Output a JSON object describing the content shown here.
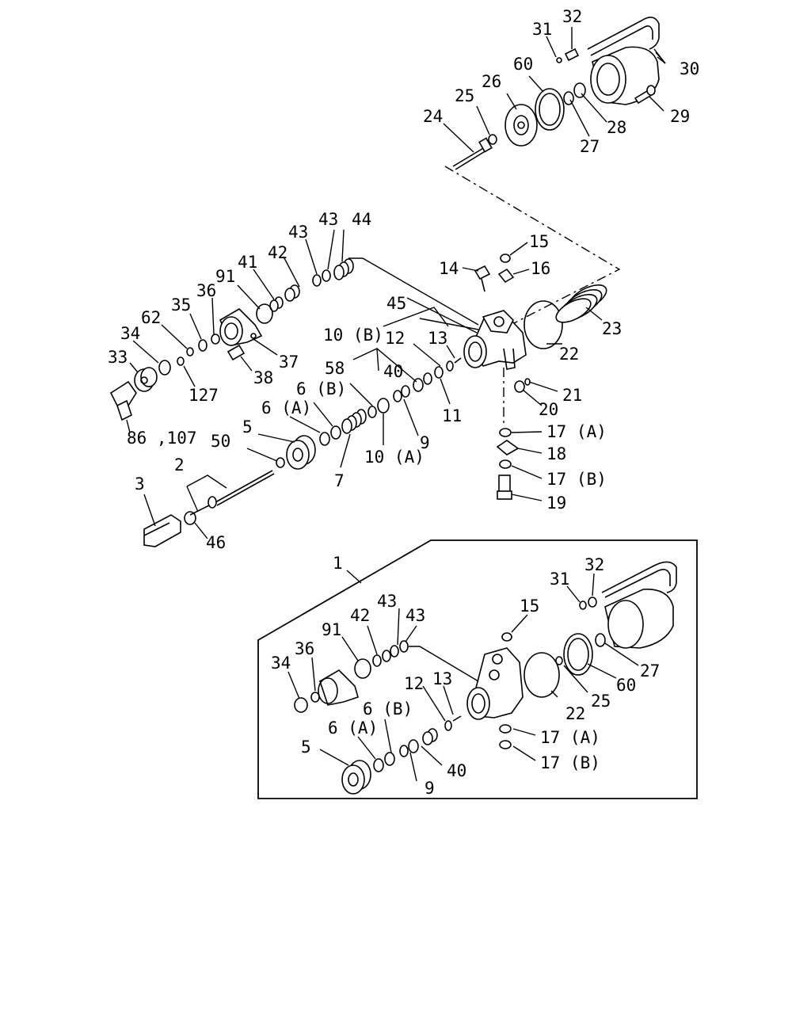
{
  "callouts": {
    "c1": "1",
    "c2": "2",
    "c3": "3",
    "c5": "5",
    "c6a": "6 (A)",
    "c6b": "6 (B)",
    "c7": "7",
    "c9": "9",
    "c10a": "10 (A)",
    "c10b": "10 (B)",
    "c11": "11",
    "c12": "12",
    "c13": "13",
    "c14": "14",
    "c15": "15",
    "c16": "16",
    "c17a": "17 (A)",
    "c17b": "17 (B)",
    "c18": "18",
    "c19": "19",
    "c20": "20",
    "c21": "21",
    "c22": "22",
    "c23": "23",
    "c24": "24",
    "c25": "25",
    "c26": "26",
    "c27": "27",
    "c28": "28",
    "c29": "29",
    "c30": "30",
    "c31": "31",
    "c32": "32",
    "c33": "33",
    "c34": "34",
    "c35": "35",
    "c36": "36",
    "c37": "37",
    "c38": "38",
    "c40": "40",
    "c41": "41",
    "c42": "42",
    "c43a": "43",
    "c43b": "43",
    "c44": "44",
    "c45": "45",
    "c46": "46",
    "c50": "50",
    "c58": "58",
    "c60": "60",
    "c62": "62",
    "c86": "86 ,107",
    "c91": "91",
    "c127": "127"
  },
  "inset": {
    "c1": "1",
    "c5": "5",
    "c6a": "6 (A)",
    "c6b": "6 (B)",
    "c9": "9",
    "c12": "12",
    "c13": "13",
    "c15": "15",
    "c17a": "17 (A)",
    "c17b": "17 (B)",
    "c22": "22",
    "c25": "25",
    "c27": "27",
    "c31": "31",
    "c32": "32",
    "c34": "34",
    "c36": "36",
    "c40": "40",
    "c42": "42",
    "c43a": "43",
    "c43b": "43",
    "c60": "60",
    "c91": "91"
  }
}
